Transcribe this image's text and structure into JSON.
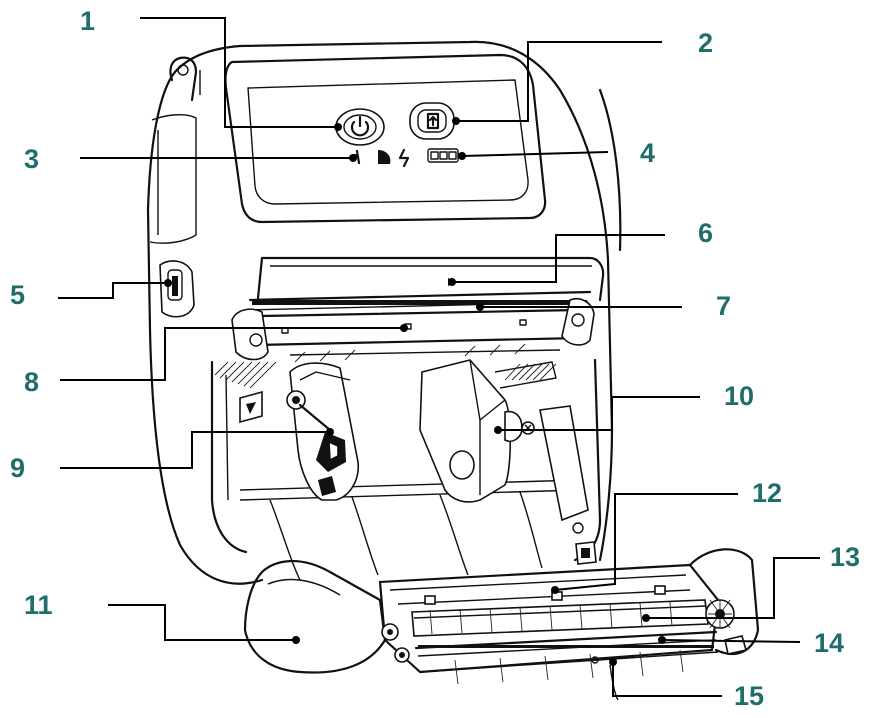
{
  "figure": {
    "label_color": "#1f6e6b",
    "callouts": [
      {
        "id": "1",
        "label": "1"
      },
      {
        "id": "2",
        "label": "2"
      },
      {
        "id": "3",
        "label": "3"
      },
      {
        "id": "4",
        "label": "4"
      },
      {
        "id": "5",
        "label": "5"
      },
      {
        "id": "6",
        "label": "6"
      },
      {
        "id": "7",
        "label": "7"
      },
      {
        "id": "8",
        "label": "8"
      },
      {
        "id": "9",
        "label": "9"
      },
      {
        "id": "10",
        "label": "10"
      },
      {
        "id": "11",
        "label": "11"
      },
      {
        "id": "12",
        "label": "12"
      },
      {
        "id": "13",
        "label": "13"
      },
      {
        "id": "14",
        "label": "14"
      },
      {
        "id": "15",
        "label": "15"
      }
    ]
  }
}
